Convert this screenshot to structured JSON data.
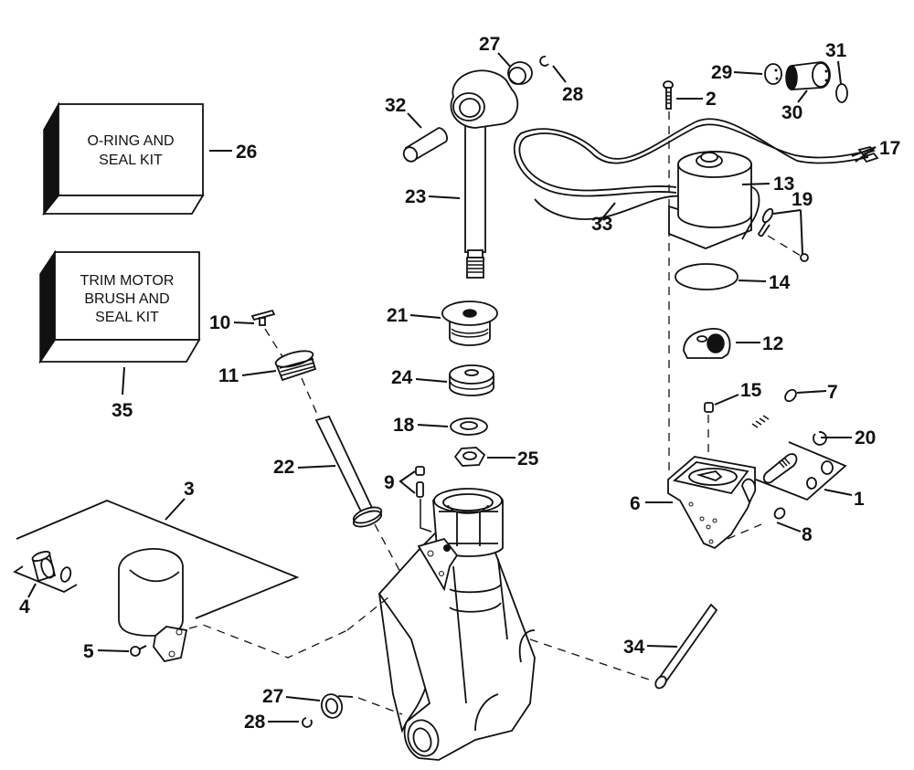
{
  "diagram": {
    "title": "Power trim/tilt assembly exploded parts view",
    "kits": [
      {
        "id": "26",
        "lines": [
          "O-RING AND",
          "SEAL KIT"
        ]
      },
      {
        "id": "35",
        "lines": [
          "TRIM MOTOR",
          "BRUSH AND",
          "SEAL KIT"
        ]
      }
    ],
    "callouts": {
      "c1": "1",
      "c2": "2",
      "c3": "3",
      "c4": "4",
      "c5": "5",
      "c6": "6",
      "c7": "7",
      "c8": "8",
      "c9": "9",
      "c10": "10",
      "c11": "11",
      "c12": "12",
      "c13": "13",
      "c14": "14",
      "c15": "15",
      "c17": "17",
      "c18": "18",
      "c19": "19",
      "c20": "20",
      "c21": "21",
      "c22": "22",
      "c23": "23",
      "c24": "24",
      "c25": "25",
      "c26": "26",
      "c27a": "27",
      "c27b": "27",
      "c28a": "28",
      "c28b": "28",
      "c29": "29",
      "c30": "30",
      "c31": "31",
      "c32": "32",
      "c33": "33",
      "c34": "34",
      "c35": "35"
    },
    "parts": [
      {
        "ref": "1",
        "name": "gasket-and-valve"
      },
      {
        "ref": "2",
        "name": "screw"
      },
      {
        "ref": "3",
        "name": "reservoir-assembly"
      },
      {
        "ref": "4",
        "name": "fill-plug-and-o-ring"
      },
      {
        "ref": "5",
        "name": "screw"
      },
      {
        "ref": "6",
        "name": "pump-body"
      },
      {
        "ref": "7",
        "name": "long-screw"
      },
      {
        "ref": "8",
        "name": "screw"
      },
      {
        "ref": "9",
        "name": "valve-and-screw"
      },
      {
        "ref": "10",
        "name": "pin"
      },
      {
        "ref": "11",
        "name": "cylinder-cap"
      },
      {
        "ref": "12",
        "name": "pump-cover"
      },
      {
        "ref": "13",
        "name": "trim-motor"
      },
      {
        "ref": "14",
        "name": "o-ring"
      },
      {
        "ref": "15",
        "name": "plug"
      },
      {
        "ref": "17",
        "name": "wire-terminals"
      },
      {
        "ref": "18",
        "name": "washer"
      },
      {
        "ref": "19",
        "name": "clip-and-screw"
      },
      {
        "ref": "20",
        "name": "retaining-ring"
      },
      {
        "ref": "21",
        "name": "cylinder-cap"
      },
      {
        "ref": "22",
        "name": "piston-rod"
      },
      {
        "ref": "23",
        "name": "trim-rod"
      },
      {
        "ref": "24",
        "name": "piston"
      },
      {
        "ref": "25",
        "name": "nut"
      },
      {
        "ref": "26",
        "name": "o-ring-and-seal-kit"
      },
      {
        "ref": "27",
        "name": "bushing"
      },
      {
        "ref": "28",
        "name": "retaining-ring"
      },
      {
        "ref": "29",
        "name": "seal"
      },
      {
        "ref": "30",
        "name": "plug"
      },
      {
        "ref": "31",
        "name": "o-ring"
      },
      {
        "ref": "32",
        "name": "pin"
      },
      {
        "ref": "33",
        "name": "wire-harness"
      },
      {
        "ref": "34",
        "name": "pivot-pin"
      },
      {
        "ref": "35",
        "name": "trim-motor-brush-and-seal-kit"
      }
    ]
  }
}
